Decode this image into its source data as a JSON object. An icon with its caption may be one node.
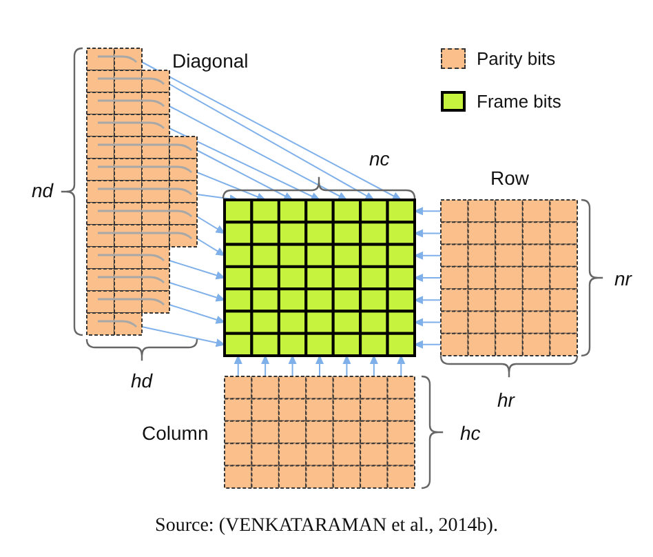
{
  "diagram": {
    "caption": "Source: (VENKATARAMAN et al., 2014b).",
    "nodes": [
      {
        "text": [
          "Diagonal"
        ]
      },
      {
        "text": [],
        "shape": "grid"
      },
      {
        "text": [
          "Row"
        ]
      },
      {
        "text": [
          "Column"
        ]
      }
    ],
    "edges": [
      {
        "from": 0,
        "to": 1,
        "arrow": "to"
      },
      {
        "from": 0,
        "to": 1,
        "arrow": "to"
      },
      {
        "from": 0,
        "to": 1,
        "arrow": "to"
      },
      {
        "from": 0,
        "to": 1,
        "arrow": "to"
      },
      {
        "from": 0,
        "to": 1,
        "arrow": "to"
      },
      {
        "from": 0,
        "to": 1,
        "arrow": "to"
      },
      {
        "from": 0,
        "to": 1,
        "arrow": "to"
      },
      {
        "from": 0,
        "to": 1,
        "arrow": "to"
      },
      {
        "from": 0,
        "to": 1,
        "arrow": "to"
      },
      {
        "from": 0,
        "to": 1,
        "arrow": "to"
      },
      {
        "from": 0,
        "to": 1,
        "arrow": "to"
      },
      {
        "from": 0,
        "to": 1,
        "arrow": "to"
      },
      {
        "from": 0,
        "to": 1,
        "arrow": "to"
      },
      {
        "from": 2,
        "to": 1,
        "arrow": "to"
      },
      {
        "from": 2,
        "to": 1,
        "arrow": "to"
      },
      {
        "from": 2,
        "to": 1,
        "arrow": "to"
      },
      {
        "from": 2,
        "to": 1,
        "arrow": "to"
      },
      {
        "from": 2,
        "to": 1,
        "arrow": "to"
      },
      {
        "from": 2,
        "to": 1,
        "arrow": "to"
      },
      {
        "from": 2,
        "to": 1,
        "arrow": "to"
      },
      {
        "from": 3,
        "to": 1,
        "arrow": "to"
      },
      {
        "from": 3,
        "to": 1,
        "arrow": "to"
      },
      {
        "from": 3,
        "to": 1,
        "arrow": "to"
      },
      {
        "from": 3,
        "to": 1,
        "arrow": "to"
      },
      {
        "from": 3,
        "to": 1,
        "arrow": "to"
      },
      {
        "from": 3,
        "to": 1,
        "arrow": "to"
      },
      {
        "from": 3,
        "to": 1,
        "arrow": "to"
      }
    ],
    "labels": [
      "nc",
      "nd",
      "nr",
      "hd",
      "hr",
      "hc"
    ],
    "legend": [
      {
        "text": "Parity bits",
        "color": "#fbbf8c"
      },
      {
        "text": "Frame bits",
        "color": "#c6f43e"
      }
    ]
  }
}
